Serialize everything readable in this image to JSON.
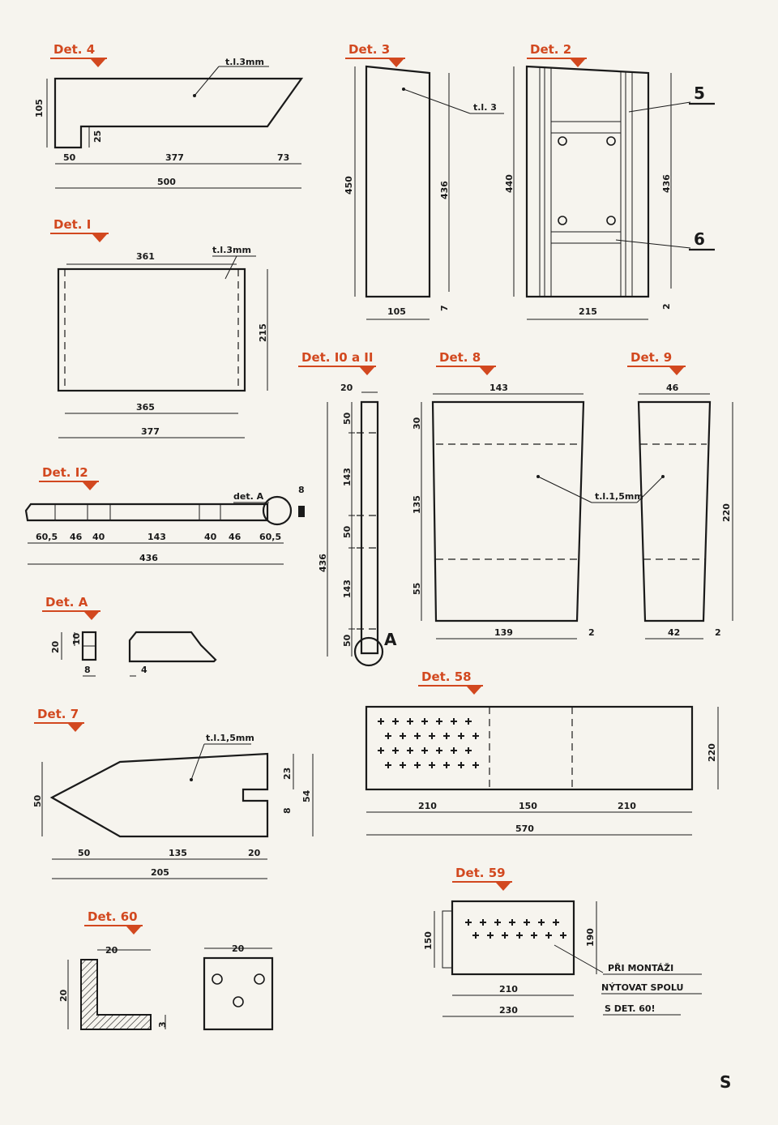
{
  "labels": {
    "det4": "Det. 4",
    "det3": "Det. 3",
    "det2": "Det. 2",
    "det1": "Det. I",
    "det10": "Det. I0 a II",
    "det8": "Det. 8",
    "det9": "Det. 9",
    "det12": "Det. I2",
    "detA": "Det. A",
    "det7": "Det. 7",
    "det58": "Det. 58",
    "det59": "Det. 59",
    "det60": "Det. 60"
  },
  "notes": {
    "t3mm": "t.l.3mm",
    "t3": "t.l. 3",
    "t15mm": "t.l.1,5mm",
    "detA_ref": "det. A",
    "part5": "5",
    "part6": "6",
    "circleA": "A",
    "rivet1": "PŘI MONTÁŽI",
    "rivet2": "NÝTOVAT SPOLU",
    "rivet3": "S DET. 60!",
    "page_letter": "S"
  },
  "dims": {
    "d4_105": "105",
    "d4_25": "25",
    "d4_50": "50",
    "d4_377": "377",
    "d4_73": "73",
    "d4_500": "500",
    "d3_450": "450",
    "d3_436": "436",
    "d3_105": "105",
    "d3_7": "7",
    "d2_440": "440",
    "d2_436": "436",
    "d2_215": "215",
    "d2_2": "2",
    "d1_361": "361",
    "d1_215": "215",
    "d1_365": "365",
    "d1_377": "377",
    "d10_20": "20",
    "d10_50a": "50",
    "d10_143a": "143",
    "d10_50b": "50",
    "d10_143b": "143",
    "d10_50c": "50",
    "d10_436": "436",
    "d8_143": "143",
    "d8_30": "30",
    "d8_135": "135",
    "d8_55": "55",
    "d8_139": "139",
    "d8_2": "2",
    "d9_46": "46",
    "d9_220": "220",
    "d9_42": "42",
    "d9_2": "2",
    "d12_8": "8",
    "d12_605a": "60,5",
    "d12_46a": "46",
    "d12_40a": "40",
    "d12_143": "143",
    "d12_40b": "40",
    "d12_46b": "46",
    "d12_605b": "60,5",
    "d12_436": "436",
    "dA_20": "20",
    "dA_10": "10",
    "dA_8": "8",
    "dA_4": "4",
    "d7_50": "50",
    "d7_23": "23",
    "d7_8": "8",
    "d7_54": "54",
    "d7_50b": "50",
    "d7_135": "135",
    "d7_20": "20",
    "d7_205": "205",
    "d58_220": "220",
    "d58_210a": "210",
    "d58_150": "150",
    "d58_210b": "210",
    "d58_570": "570",
    "d59_150": "150",
    "d59_190": "190",
    "d59_210": "210",
    "d59_230": "230",
    "d60_20a": "20",
    "d60_20b": "20",
    "d60_3": "3",
    "d60_20c": "20"
  }
}
